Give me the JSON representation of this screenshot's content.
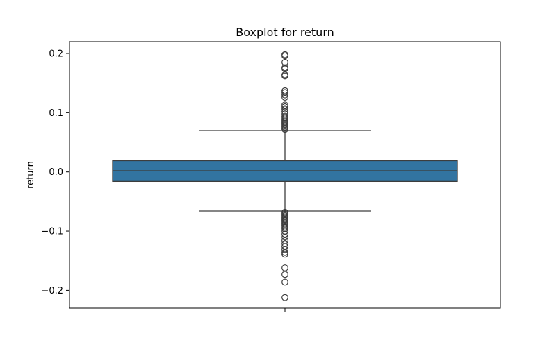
{
  "chart_data": {
    "type": "box",
    "title": "Boxplot for return",
    "xlabel": "",
    "ylabel": "return",
    "ylim": [
      -0.23,
      0.2
    ],
    "yticks": [
      -0.2,
      -0.1,
      0.0,
      0.1,
      0.2
    ],
    "ytick_labels": [
      "−0.2",
      "−0.1",
      "0.0",
      "0.1",
      "0.2"
    ],
    "grid": false,
    "box": {
      "q1": -0.016,
      "median": 0.002,
      "q3": 0.019,
      "whisker_low": -0.066,
      "whisker_high": 0.07,
      "fill_color": "#3274a1",
      "line_color": "#3d3d3d"
    },
    "outliers": [
      0.198,
      0.196,
      0.185,
      0.176,
      0.174,
      0.164,
      0.162,
      0.137,
      0.134,
      0.13,
      0.126,
      0.113,
      0.11,
      0.106,
      0.102,
      0.098,
      0.094,
      0.091,
      0.088,
      0.086,
      0.084,
      0.082,
      0.08,
      0.078,
      0.076,
      0.074,
      0.072,
      -0.068,
      -0.07,
      -0.072,
      -0.074,
      -0.076,
      -0.078,
      -0.08,
      -0.082,
      -0.084,
      -0.086,
      -0.088,
      -0.09,
      -0.093,
      -0.096,
      -0.1,
      -0.105,
      -0.11,
      -0.116,
      -0.121,
      -0.126,
      -0.131,
      -0.136,
      -0.139,
      -0.162,
      -0.173,
      -0.186,
      -0.212
    ]
  }
}
